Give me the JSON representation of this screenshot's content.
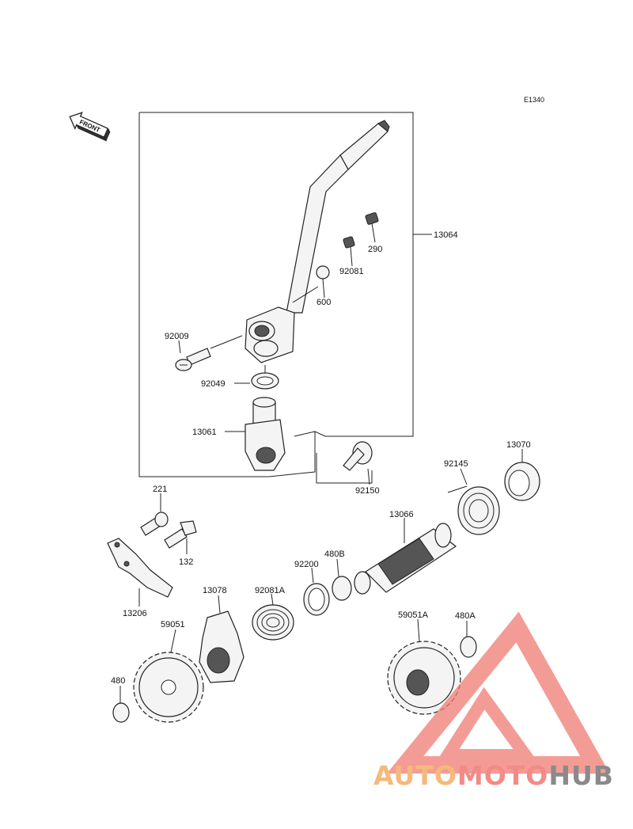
{
  "diagram": {
    "code": "E1340",
    "front_label": "FRONT",
    "parts": {
      "p13064": "13064",
      "p290": "290",
      "p92081": "92081",
      "p600": "600",
      "p92009": "92009",
      "p92049": "92049",
      "p13061": "13061",
      "p92150": "92150",
      "p13070": "13070",
      "p92145": "92145",
      "p221": "221",
      "p13066": "13066",
      "p132": "132",
      "p480B": "480B",
      "p92200": "92200",
      "p13206": "13206",
      "p13078": "13078",
      "p92081A": "92081A",
      "p59051": "59051",
      "p59051A": "59051A",
      "p480A": "480A",
      "p480": "480"
    }
  },
  "watermark": {
    "part1": "AUTO",
    "part2": "MOTO",
    "part3": "HUB",
    "colors": {
      "auto": "#f5b97a",
      "moto": "#f28b86",
      "hub": "#8a8a8a",
      "logo": "#f07b73"
    }
  }
}
